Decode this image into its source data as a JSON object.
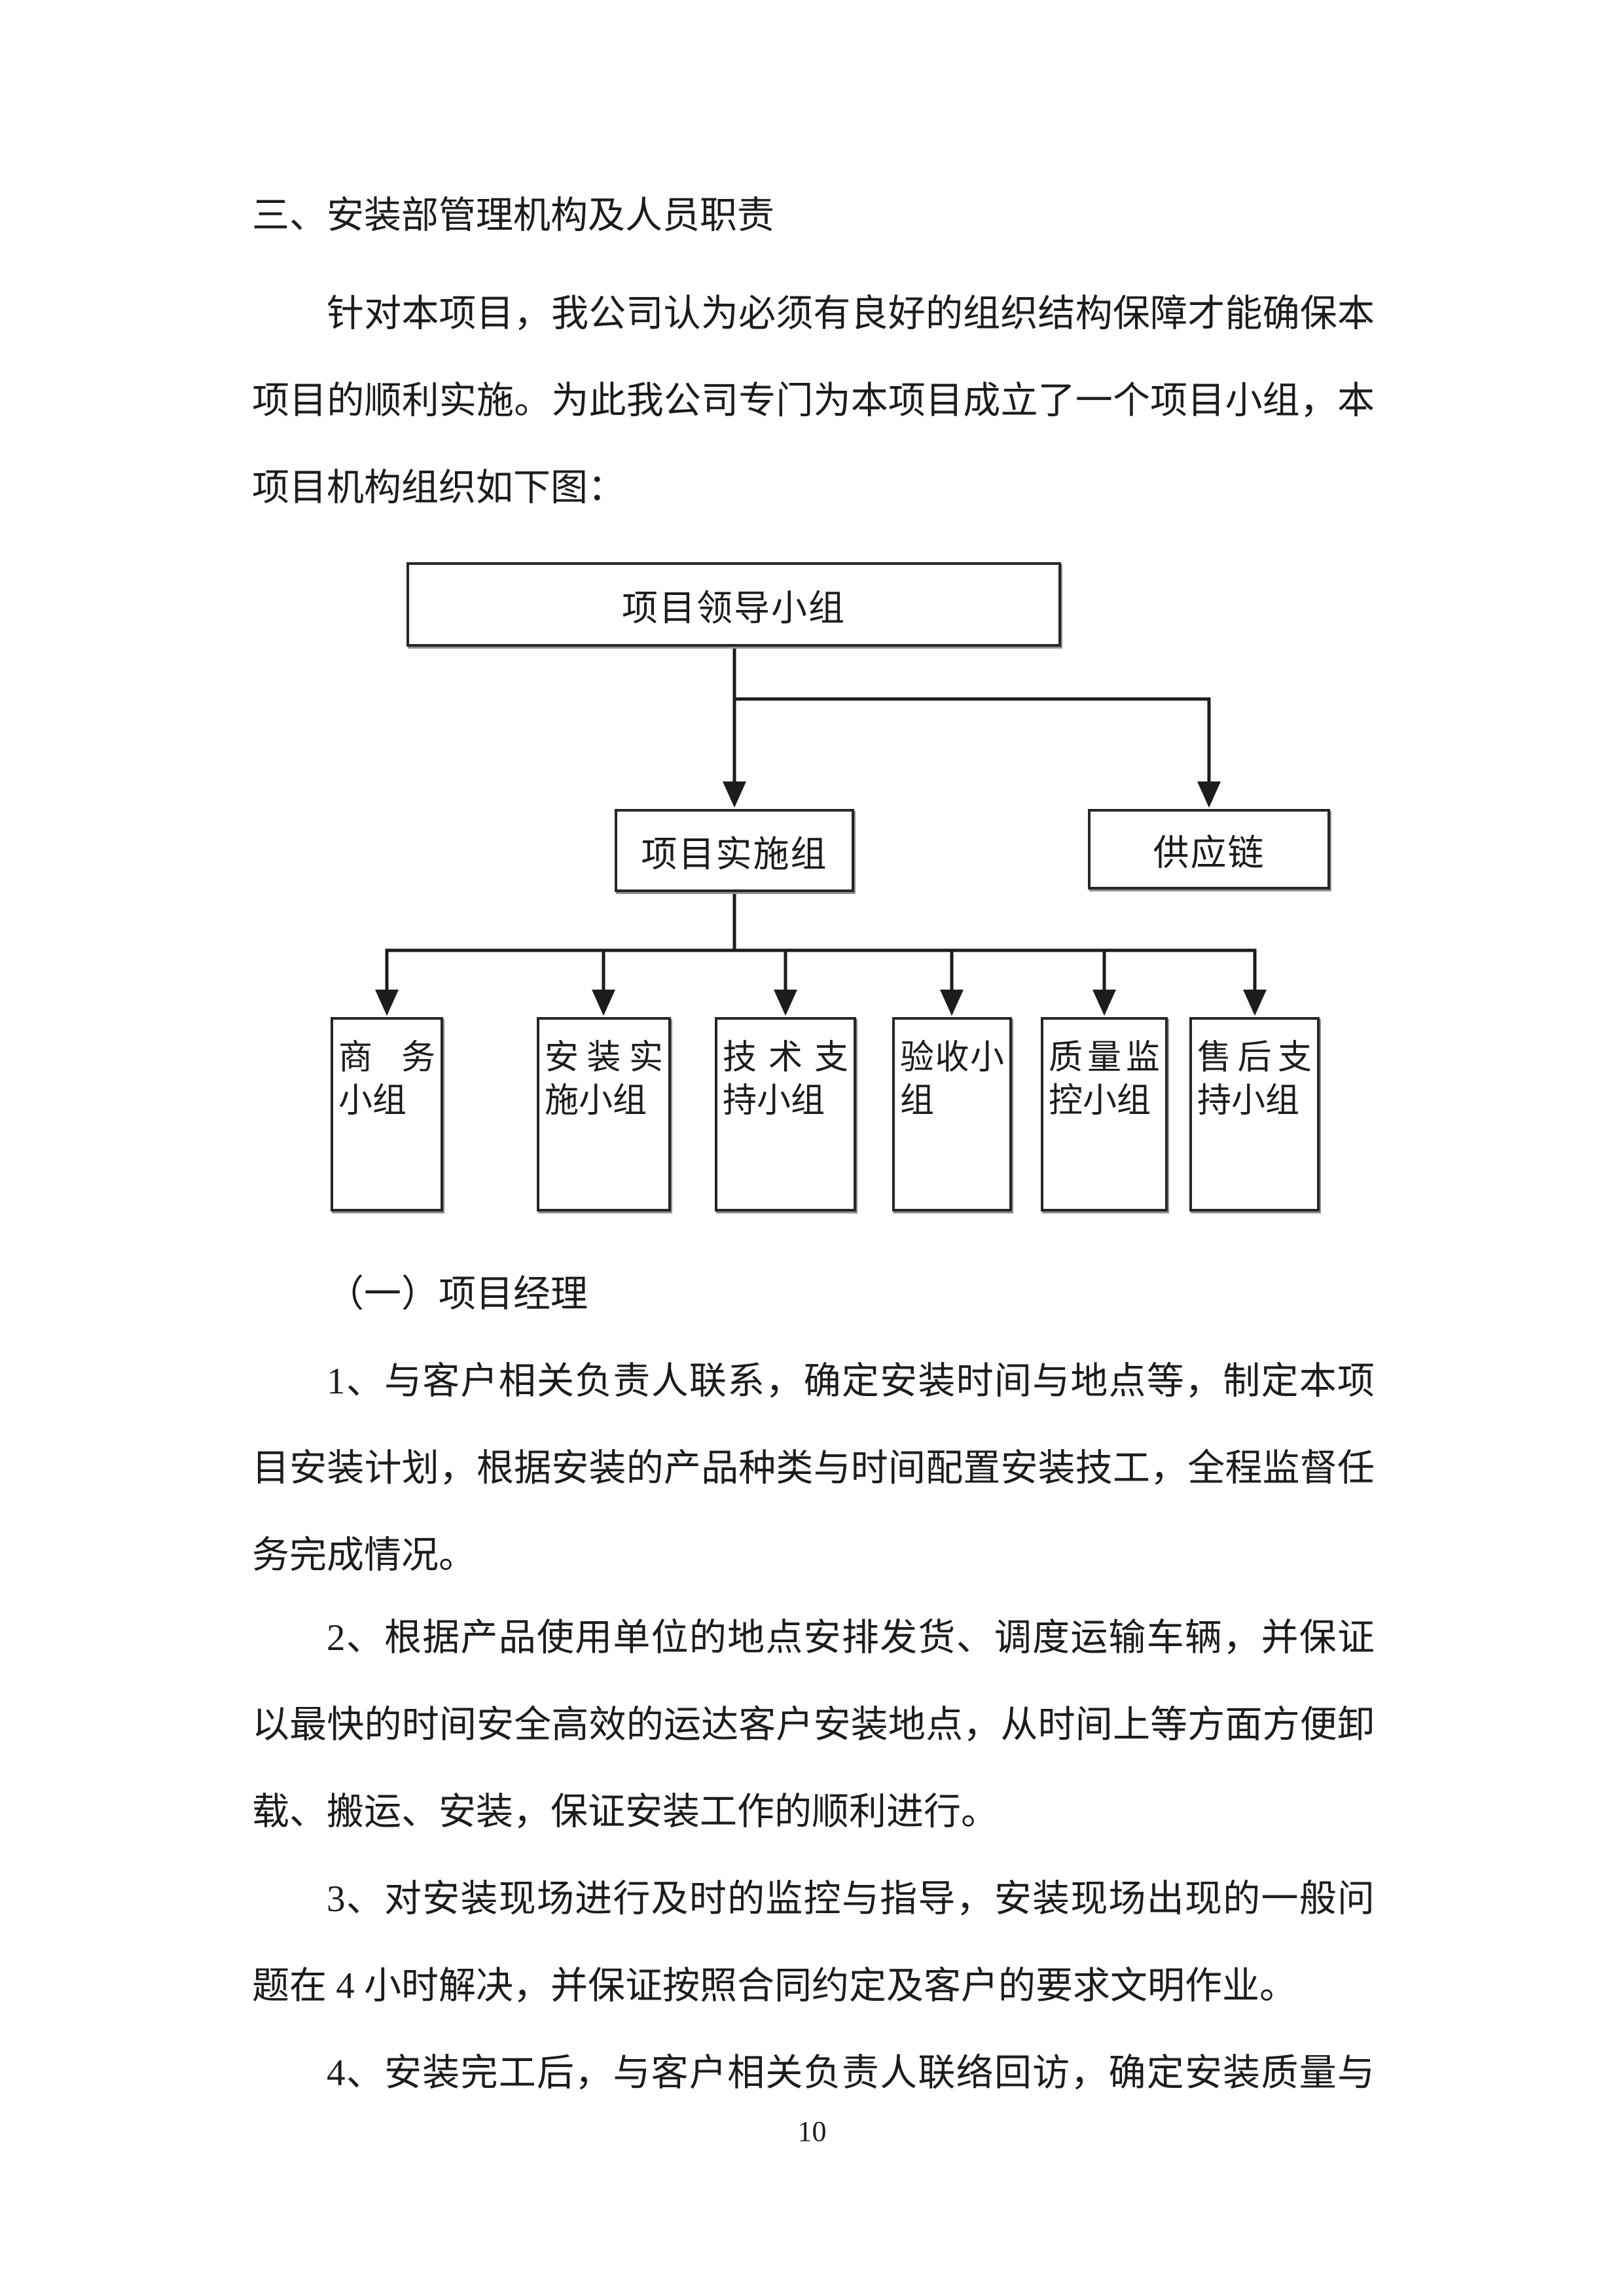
{
  "content": {
    "heading": "三、安装部管理机构及人员职责",
    "lines": [
      "针对本项目，我公司认为必须有良好的组织结构保障才能确保本",
      "项目的顺利实施。为此我公司专门为本项目成立了一个项目小组，本",
      "项目机构组织如下图：",
      "（一）项目经理",
      "1、与客户相关负责人联系，确定安装时间与地点等，制定本项",
      "目安装计划，根据安装的产品种类与时间配置安装技工，全程监督任",
      "务完成情况。",
      "2、根据产品使用单位的地点安排发货、调度运输车辆，并保证",
      "以最快的时间安全高效的运达客户安装地点，从时间上等方面方便卸",
      "载、搬运、安装，保证安装工作的顺利进行。",
      "3、对安装现场进行及时的监控与指导，安装现场出现的一般问",
      "题在 4 小时解决，并保证按照合同约定及客户的要求文明作业。",
      "4、安装完工后，与客户相关负责人联络回访，确定安装质量与"
    ]
  },
  "chart": {
    "root": "项目领导小组",
    "level2": [
      "项目实施组",
      "供应链"
    ],
    "teams": [
      "商务小组",
      "安装实施小组",
      "技术支持小组",
      "验收小组",
      "质量监控小组",
      "售后支持小组"
    ]
  },
  "page": {
    "number": "10"
  },
  "colors": {
    "ink": "#1c1c1c",
    "connector": "#1c1c1c",
    "box_shadow": "#909090",
    "background": "#ffffff"
  }
}
